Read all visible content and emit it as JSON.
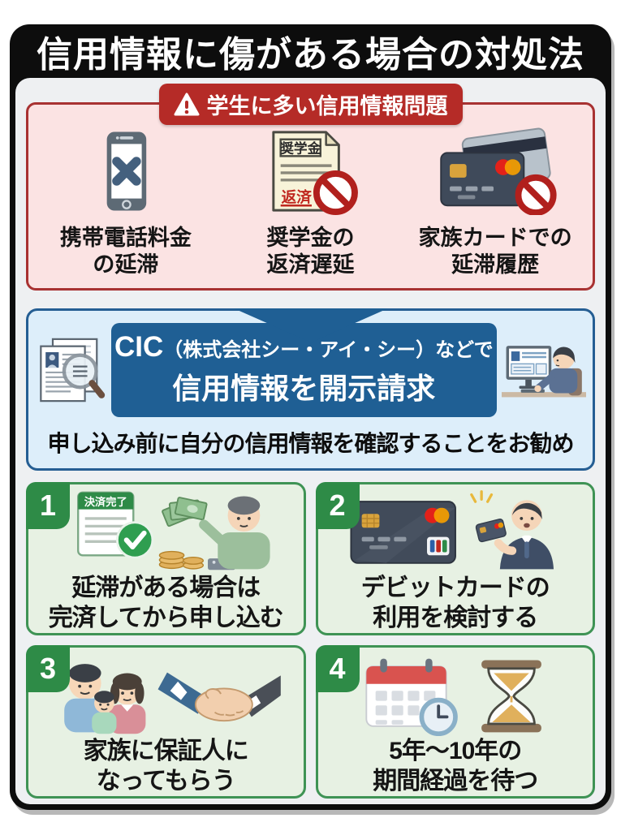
{
  "page": {
    "title": "信用情報に傷がある場合の対処法"
  },
  "problems": {
    "badge": "学生に多い信用情報問題",
    "items": [
      {
        "icon": "phone-x-icon",
        "line1": "携帯電話料金",
        "line2": "の延滞"
      },
      {
        "icon": "scholarship-document-icon",
        "doc_title": "奨学金",
        "doc_stamp": "返済",
        "line1": "奨学金の",
        "line2": "返済遅延"
      },
      {
        "icon": "credit-cards-prohibited-icon",
        "line1": "家族カードでの",
        "line2": "延滞履歴"
      }
    ]
  },
  "disclosure": {
    "org": "CIC",
    "org_suffix": "（株式会社シー・アイ・シー）などで",
    "action": "信用情報を開示請求",
    "note": "申し込み前に自分の信用情報を確認することをお勧め"
  },
  "solutions": [
    {
      "number": "1",
      "icon": "paid-receipt-and-cash-icon",
      "doc_header": "決済完了",
      "line1": "延滞がある場合は",
      "line2": "完済してから申し込む"
    },
    {
      "number": "2",
      "icon": "debit-card-icon",
      "line1": "デビットカードの",
      "line2": "利用を検討する"
    },
    {
      "number": "3",
      "icon": "family-handshake-icon",
      "line1": "家族に保証人に",
      "line2": "なってもらう"
    },
    {
      "number": "4",
      "icon": "calendar-hourglass-icon",
      "line1": "5年〜10年の",
      "line2": "期間経過を待つ"
    }
  ],
  "colors": {
    "frame_black": "#0d0d0d",
    "alert_red": "#b52b27",
    "pink_bg": "#fbe3e3",
    "pink_border": "#a83232",
    "blue": "#1f5f94",
    "blue_bg": "#ddeefa",
    "green": "#2e8b47",
    "card_green_border": "#3f9355",
    "card_green_bg": "#e7f1e3"
  }
}
